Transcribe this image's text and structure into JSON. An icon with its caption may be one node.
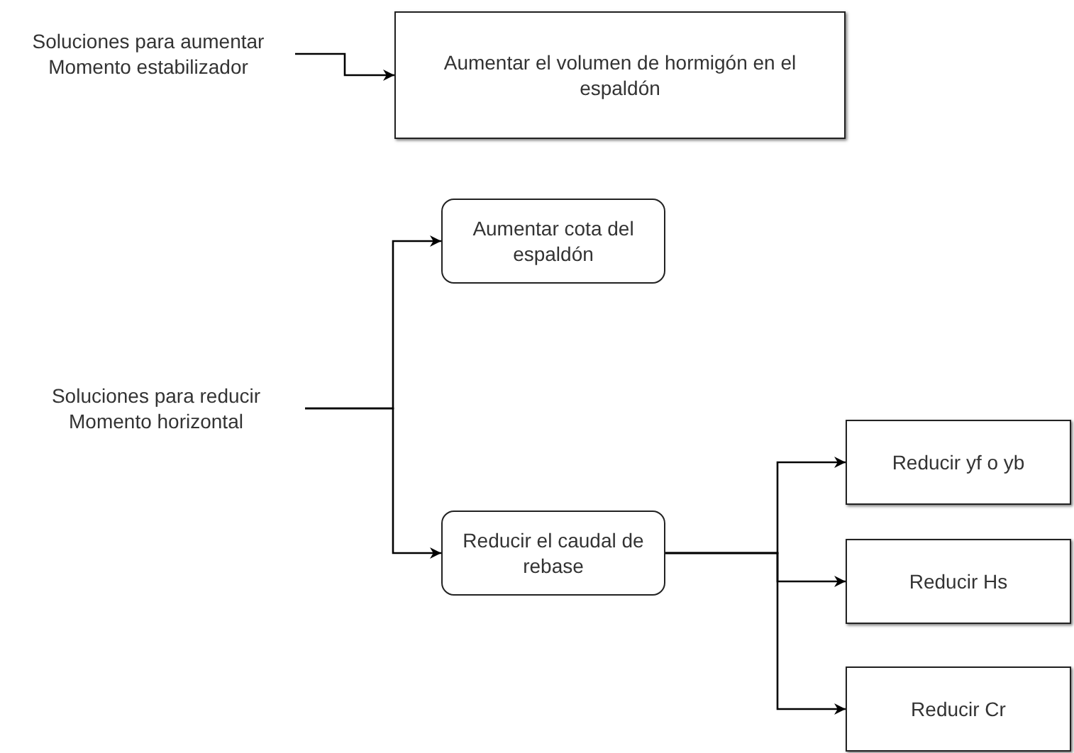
{
  "diagram": {
    "nodes": [
      {
        "text": [
          "Soluciones para aumentar Momento estabilizador"
        ]
      },
      {
        "text": [
          "Aumentar el volumen de hormigón en el espaldón"
        ]
      },
      {
        "text": [
          "Soluciones para reducir Momento horizontal"
        ]
      },
      {
        "text": [
          "Aumentar cota del espaldón"
        ]
      },
      {
        "text": [
          "Reducir el caudal de rebase"
        ]
      },
      {
        "text": [
          "Reducir yf o yb"
        ]
      },
      {
        "text": [
          "Reducir Hs"
        ]
      },
      {
        "text": [
          "Reducir Cr"
        ]
      }
    ],
    "edges": [
      {
        "from": 0,
        "to": 1,
        "arrow": "to"
      },
      {
        "from": 2,
        "to": 3,
        "arrow": "to"
      },
      {
        "from": 2,
        "to": 4,
        "arrow": "to"
      },
      {
        "from": 4,
        "to": 5,
        "arrow": "to"
      },
      {
        "from": 4,
        "to": 6,
        "arrow": "to"
      },
      {
        "from": 4,
        "to": 7,
        "arrow": "to"
      }
    ]
  }
}
